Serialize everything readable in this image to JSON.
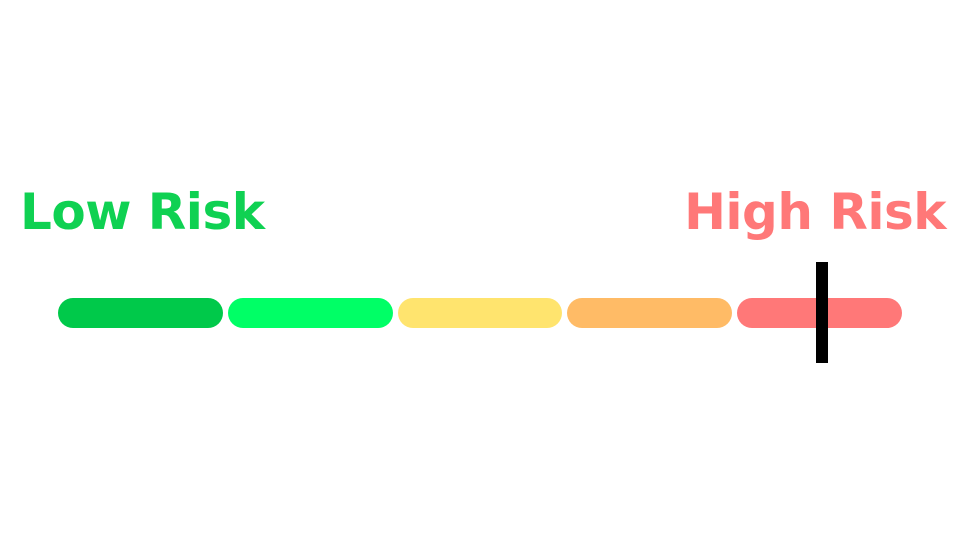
{
  "labels": {
    "low": "Low Risk",
    "high": "High Risk",
    "low_color": "#0fd152",
    "high_color": "#ff7878"
  },
  "scale": {
    "segments": [
      {
        "color": "#00c94a"
      },
      {
        "color": "#00ff66"
      },
      {
        "color": "#ffe46e"
      },
      {
        "color": "#ffbb66"
      },
      {
        "color": "#ff7878"
      }
    ],
    "marker_value": 0.905,
    "marker_color": "#000000"
  }
}
